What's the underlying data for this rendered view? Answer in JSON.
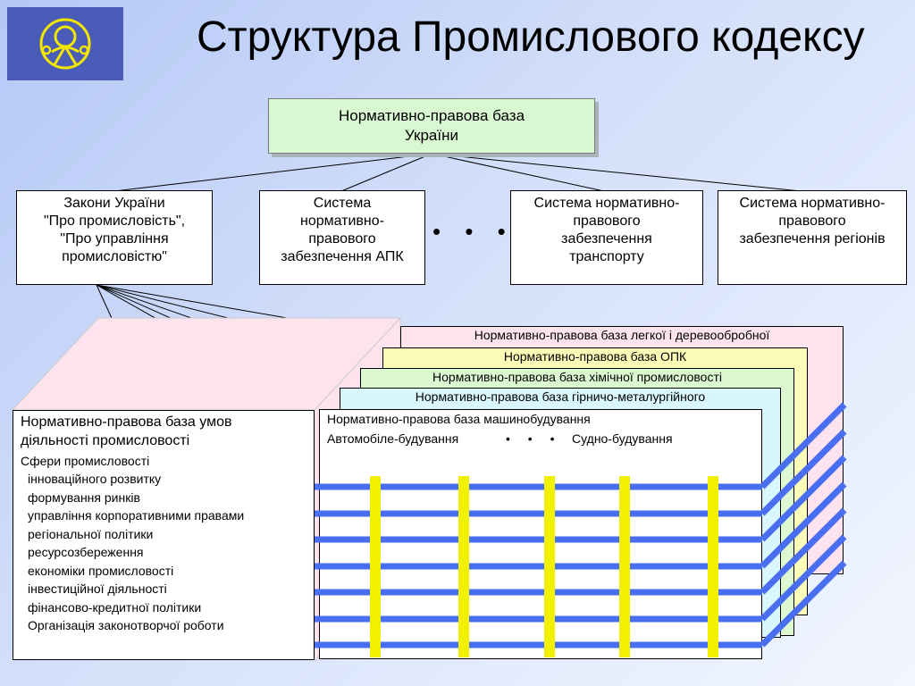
{
  "title": "Структура Промислового кодексу",
  "logo_icon": "emblem-icon",
  "root": "Нормативно-правова база\nУкраїни",
  "branches": [
    "Закони України\n\"Про промисловість\",\n\"Про управління\nпромисловістю\"",
    "Система\nнормативно-\nправового\nзабезпечення АПК",
    "Система нормативно-\nправового\nзабезпечення\nтранспорту",
    "Система нормативно-\nправового\nзабезпечення регіонів"
  ],
  "ellipsis": "• • •",
  "cube": {
    "heading": "Нормативно-правова база умов\nдіяльності промисловості",
    "subheading": "Сфери промисловості",
    "items": [
      "інноваційного розвитку",
      "формування ринків",
      "управління корпоративними правами",
      "регіональної політики",
      "ресурсозбереження",
      "економіки промисловості",
      "інвестиційної діяльності",
      "фінансово-кредитної політики",
      "Організація законотворчої роботи"
    ]
  },
  "layers": [
    "Нормативно-правова база легкої і деревообробної",
    "Нормативно-правова база ОПК",
    "Нормативно-правова база хімічної промисловості",
    "Нормативно-правова база гірничо-металургійного"
  ],
  "front": {
    "title": "Нормативно-правова база машинобудування",
    "sub_left": "Автомобіле-будування",
    "sub_dots": "• • •",
    "sub_right": "Судно-будування"
  },
  "colors": {
    "root_fill": "#d8f8d2",
    "layer_pink": "#fde3ee",
    "layer_yellow": "#fbfbb8",
    "layer_green": "#dcf8d0",
    "layer_cyan": "#d8f6fb",
    "grid_blue": "#4a6ef0",
    "grid_yellow": "#f0f000",
    "logo_bg": "#4a5bb8"
  }
}
